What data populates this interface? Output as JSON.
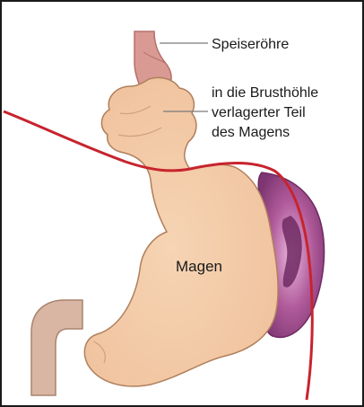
{
  "labels": {
    "speiseroehre": "Speiseröhre",
    "verlagerter_teil_line1": "in die Brusthöhle",
    "verlagerter_teil_line2": "verlagerter Teil",
    "verlagerter_teil_line3": "des Magens",
    "magen": "Magen"
  },
  "colors": {
    "stomach": "#f3c9a4",
    "stomach_outline": "#b07f5c",
    "esophagus": "#d99a93",
    "diaphragm": "#c7242e",
    "spleen": "#b05a9a",
    "spleen_dark": "#6f2a63",
    "duodenum": "#d9b6a4",
    "leader_line": "#7a7a7a"
  }
}
